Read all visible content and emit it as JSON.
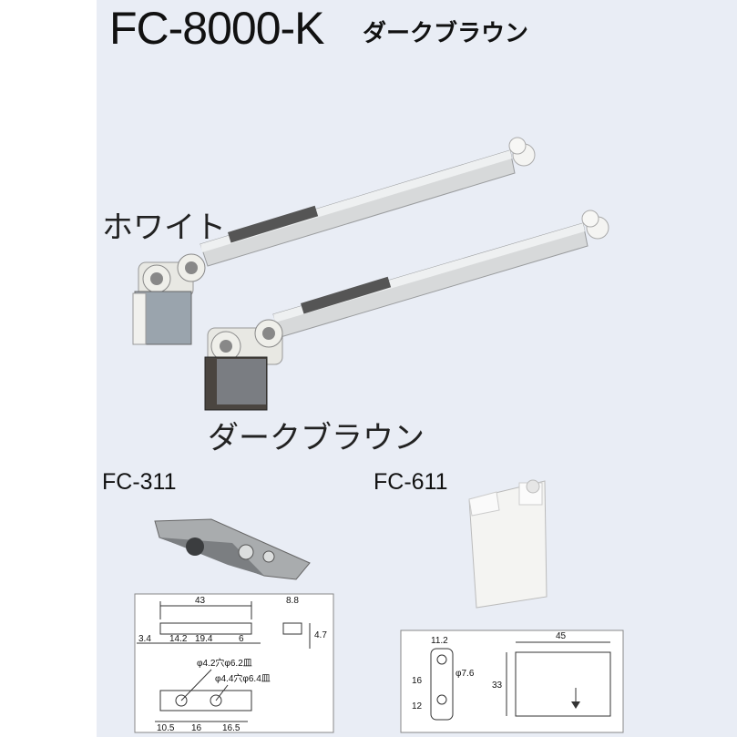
{
  "title": "FC-8000-K",
  "subtitle": "ダークブラウン",
  "variants": {
    "white": "ホワイト",
    "brown": "ダークブラウン"
  },
  "parts": {
    "fc311": "FC-311",
    "fc611": "FC-611"
  },
  "fc311_dims": {
    "overall": "43",
    "d1": "3.4",
    "d2": "14.2",
    "d3": "19.4",
    "d4": "6",
    "width": "8.8",
    "height": "4.7",
    "hole1": "φ4.2穴φ6.2皿",
    "hole2": "φ4.4穴φ6.4皿",
    "b1": "10.5",
    "b2": "16",
    "b3": "16.5"
  },
  "fc611_dims": {
    "top": "11.2",
    "dia": "φ7.6",
    "side1": "16",
    "side2": "12",
    "height": "33",
    "width": "45"
  },
  "colors": {
    "panel": "#e9edf5",
    "steel": "#c9cbcd",
    "dark_brown": "#4a4540"
  }
}
